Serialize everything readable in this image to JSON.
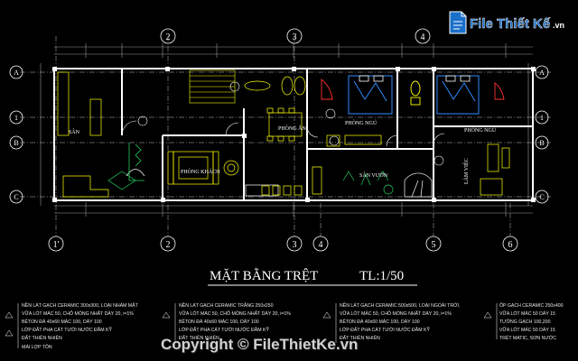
{
  "title": "MẶT BẰNG TRỆT",
  "scale": "TL:1/50",
  "grid_top": [
    "2",
    "3",
    "4"
  ],
  "grid_bottom": [
    "1'",
    "2",
    "3",
    "4",
    "5",
    "6"
  ],
  "grid_side": [
    "A",
    "1",
    "B",
    "C"
  ],
  "rooms": {
    "san": "SÂN",
    "phong_khach": "PHÒNG KHÁCH",
    "phong_an": "PHÒNG ĂN",
    "phong_ngu_1": "PHÒNG NGỦ",
    "phong_ngu_2": "PHÒNG NGỦ",
    "san_vuon": "SÂN VƯỜN",
    "lam_viec": "LÀM VIỆC"
  },
  "notes": [
    [
      "NỀN LÁT GẠCH CERAMIC 300x300, LOẠI NHÁM MẶT",
      "VỮA LÓT MÁC 50, CHỖ MỎNG NHẤT DÀY 20, i=1%",
      "BÊTON ĐÁ 40x60 MÁC 100, DÀY 100",
      "LỚP ĐẤT PHA CÁT TƯỚI NƯỚC ĐẦM KỸ",
      "ĐẤT THIÊN NHIÊN",
      "MÁI LỢP TÔN"
    ],
    [
      "NỀN LÁT GẠCH CERAMIC TRẮNG 250x250",
      "VỮA LÓT MÁC 50, CHỖ MỎNG NHẤT DÀY 20, i=1%",
      "BÊTON ĐÁ 40x60 MÁC 100, DÀY 100",
      "LỚP ĐẤT PHA CÁT TƯỚI NƯỚC ĐẦM KỸ",
      "ĐẤT THIÊN NHIÊN"
    ],
    [
      "NỀN LÁT GẠCH CERAMIC 500x500, LOẠI NGOÀI TRỜI.",
      "VỮA LÓT MÁC 50, CHỖ MỎNG NHẤT DÀY 20, i=1%",
      "BÊTON ĐÁ 40x60 MÁC 100, DÀY 100",
      "LỚP ĐẤT PHA CÁT TƯỚI NƯỚC ĐẦM KỸ",
      "ĐẤT THIÊN NHIÊN"
    ],
    [
      "ỐP GẠCH CERAMIC 250x400",
      "VỮA LÓT MÁC 50 DÀY 15",
      "TƯỜNG GẠCH 100,200",
      "VỮA LÓT MÁC 50 DÀY 15",
      "TRÉT MATIC, SƠN NƯỚC"
    ]
  ],
  "watermark": {
    "brand": "File Thiết Kế",
    "domain": ".vn",
    "copyright": "Copyright © FileThietKe.vn"
  },
  "colors": {
    "background": "#000000",
    "wall": "#ffffff",
    "furniture": "#ffff00",
    "grid": "#c8c8c8",
    "bed": "#2f8cff",
    "red_fixture": "#ff3030",
    "green_fixture": "#20d060",
    "logo_blue": "#1a6fc9"
  }
}
